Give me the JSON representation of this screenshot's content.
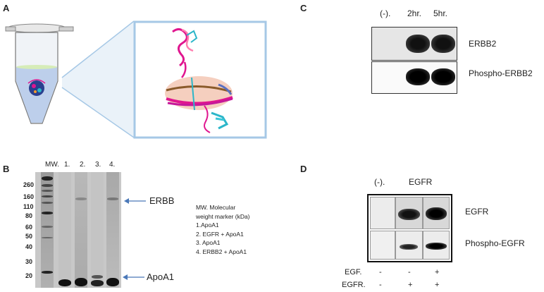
{
  "panel_a": {
    "letter": "A",
    "colors": {
      "tube_liquid": "#b7cbe9",
      "zoom_border": "#a6c8e6",
      "membrane": "#f3c7b4",
      "helix_pink": "#e0168f",
      "helix_cyan": "#2bb6c9"
    }
  },
  "panel_b": {
    "letter": "B",
    "lane_labels": [
      "MW.",
      "1.",
      "2.",
      "3.",
      "4."
    ],
    "mw_markers": [
      "260",
      "160",
      "110",
      "80",
      "60",
      "50",
      "40",
      "30",
      "20"
    ],
    "arrow_labels": {
      "upper": "ERBB",
      "lower": "ApoA1"
    },
    "legend_lines": [
      "MW. Molecular",
      "weight marker (kDa)",
      "1.ApoA1",
      "2. EGFR + ApoA1",
      "3. ApoA1",
      "4. ERBB2 + ApoA1"
    ],
    "colors": {
      "arrow": "#4a78b8",
      "gel_bg": "#c8c8c8"
    }
  },
  "panel_c": {
    "letter": "C",
    "column_headers": [
      "(-).",
      "2hr.",
      "5hr."
    ],
    "row_labels": [
      "ERBB2",
      "Phospho-ERBB2"
    ]
  },
  "panel_d": {
    "letter": "D",
    "column_headers": [
      "(-).",
      "EGFR"
    ],
    "row_labels": [
      "EGFR",
      "Phospho-EGFR"
    ],
    "treatment_rows": [
      {
        "label": "EGF.",
        "values": [
          "-",
          "-",
          "+"
        ]
      },
      {
        "label": "EGFR.",
        "values": [
          "-",
          "+",
          "+"
        ]
      }
    ]
  }
}
